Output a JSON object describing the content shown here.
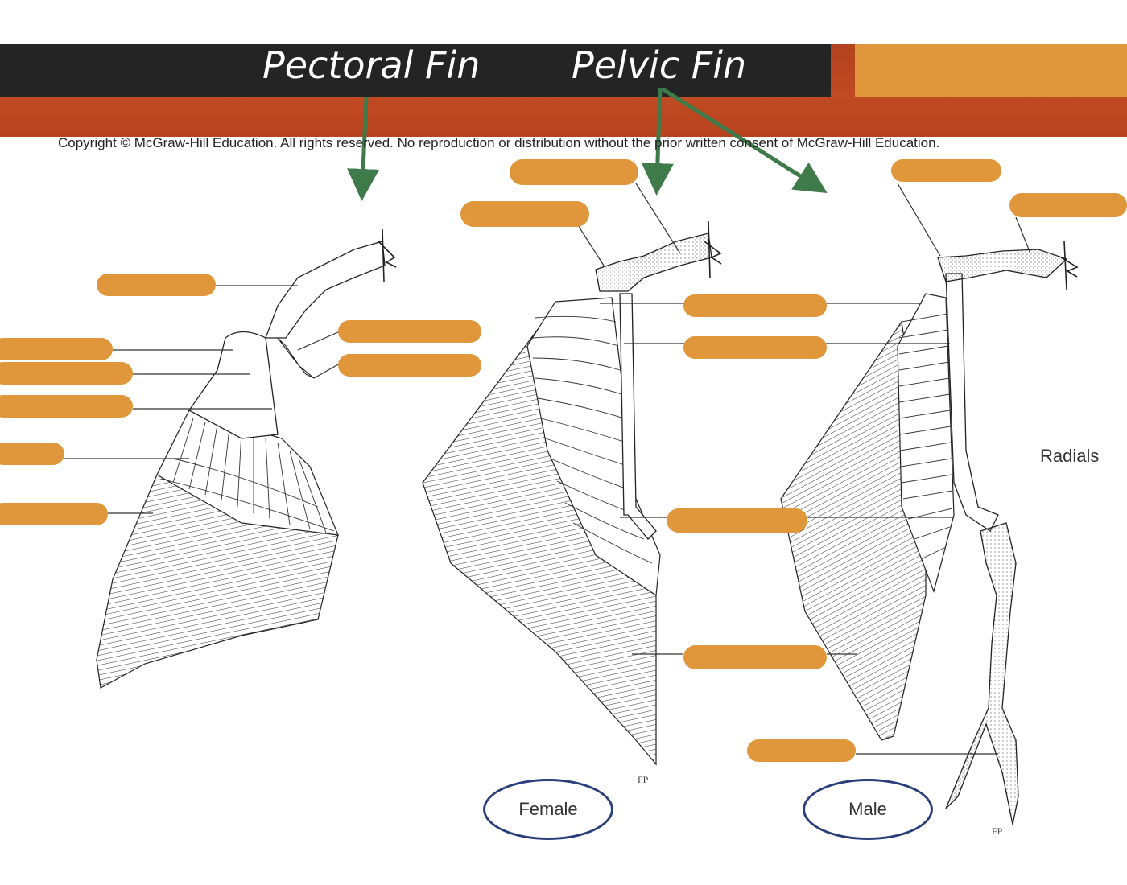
{
  "header": {
    "pectoral_title": "Pectoral Fin",
    "pelvic_title": "Pelvic Fin"
  },
  "copyright": "Copyright © McGraw-Hill Education.  All rights reserved. No reproduction or distribution without the prior written consent of McGraw-Hill Education.",
  "labels": {
    "radials": "Radials",
    "female": "Female",
    "male": "Male",
    "artist_mark": "FP"
  },
  "colors": {
    "banner_dark": "#242424",
    "banner_red": "#b3421e",
    "banner_orange": "#e0963a",
    "label_blank": "#e0963a",
    "arrow": "#3f7a4a",
    "oval": "#2a3f7a"
  }
}
